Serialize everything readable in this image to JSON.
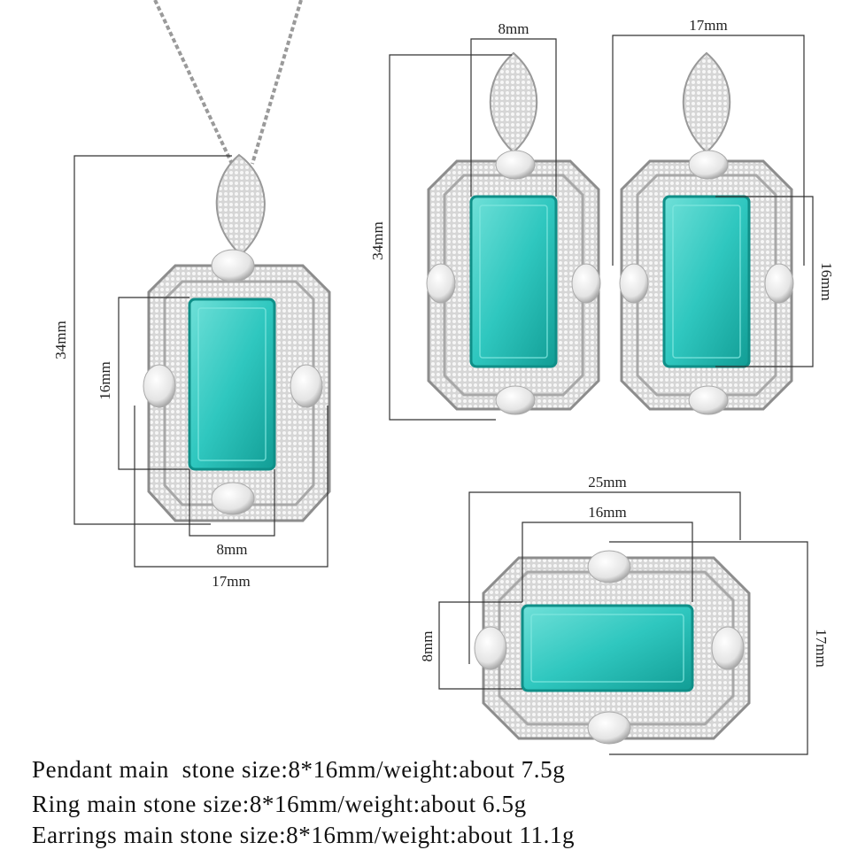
{
  "dimensions": {
    "pendant": {
      "height": "34mm",
      "stone_height": "16mm",
      "stone_width": "8mm",
      "width": "17mm"
    },
    "earring": {
      "stone_width": "8mm",
      "width": "17mm",
      "height": "34mm",
      "stone_height": "16mm"
    },
    "ring": {
      "outer_width": "25mm",
      "stone_width": "16mm",
      "stone_height": "8mm",
      "height": "17mm"
    }
  },
  "specs": [
    "Pendant main  stone size:8*16mm/weight:about 7.5g",
    "Ring main stone size:8*16mm/weight:about 6.5g",
    "Earrings main stone size:8*16mm/weight:about 11.1g"
  ],
  "colors": {
    "stone": "#2fc7bf",
    "stone_dark": "#0f8f88",
    "metal": "#c9c9c9",
    "pave": "#e6e6e6",
    "line": "#333333"
  }
}
